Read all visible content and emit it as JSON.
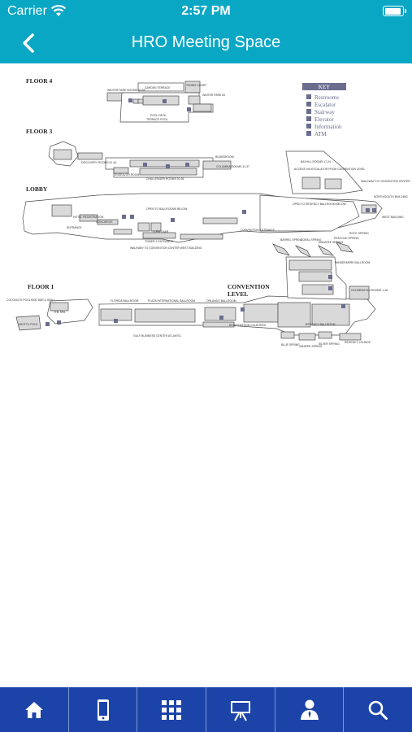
{
  "status_bar": {
    "carrier": "Carrier",
    "time": "2:57 PM"
  },
  "nav": {
    "title": "HRO Meeting Space"
  },
  "map": {
    "floor4": "FLOOR 4",
    "floor3": "FLOOR 3",
    "lobby": "LOBBY",
    "floor1": "FLOOR 1",
    "convention_line1": "CONVENTION",
    "convention_line2": "LEVEL",
    "key": {
      "title": "KEY",
      "items": [
        "Restrooms",
        "Escalator",
        "Stairway",
        "Elevator",
        "Information",
        "ATM"
      ]
    },
    "labels": {
      "garden_terrace": "GARDEN TERRACE",
      "tennis_court": "TENNIS COURT",
      "winter_park": "WINTER PARK ROOMS 53-55",
      "winter_park_2": "WINTER PARK 54",
      "pool_deck": "POOL DECK",
      "terrace_pool": "TERRACE POOL",
      "discovery": "DISCOVERY ROOMS 41-44",
      "endeavor": "ENDEAVOR ROOM",
      "challenger": "CHALLENGER ROOMS 30-35",
      "columbia": "COLUMBIA ROOMS 31-37",
      "boardroom": "BOARDROOM",
      "bayhill": "BAYHILL ROOMS 17-24",
      "access_escalator": "ACCESS VIA ESCALATOR FROM CONVENTION LEVEL",
      "walkway_convention": "WALKWAY TO CONVENTION CENTER",
      "north_south": "NORTH/SOUTH BUILDING",
      "open_ballrooms": "OPEN TO BALLROOMS BELOW",
      "hotel_registration": "HOTEL REGISTRATION",
      "concierge": "CONCIERGE",
      "entrance": "ENTRANCE",
      "lobby_bar": "LOBBY BAR",
      "tower_entrance": "TOWER 1 ENTRANCE",
      "convention_entrance": "CONVENTION ENTRANCE",
      "open_regency": "OPEN TO REGENCY BALLROOM BELOW",
      "west_building": "WEST BUILDING",
      "walkway_west": "WALKWAY TO CONVENTION CENTER WEST BUILDING",
      "barrel_spring": "BARREL SPRING",
      "coral_spring": "CORAL SPRING",
      "manatee_spring": "MANATEE SPRING",
      "peacock_spring": "PEACOCK SPRING",
      "rock_spring": "ROCK SPRING",
      "coconuts": "COCONUTS POOLSIDE BAR & GRILL",
      "the_spa": "THE SPA",
      "grotto_pool": "GROTTO POOL",
      "florida_ballroom": "FLORIDA BALLROOM",
      "plaza_ballroom": "PLAZA INTERNATIONAL BALLROOM",
      "orlando_ballroom": "ORLANDO BALLROOM",
      "gulf_atlantic": "GULF   BUSINESS CENTER   ATLANTIC",
      "registration_counters": "REGISTRATION COUNTERS",
      "regency_ballroom": "REGENCY BALLROOM",
      "windermere": "WINDERMERE BALLROOM",
      "celebration": "CELEBRATION ROOMS 1-16",
      "regency_lounge": "REGENCY LOUNGE",
      "blue_spring": "BLUE SPRING",
      "silver_spring": "SILVER SPRING",
      "juniper_spring": "JUNIPER SPRING"
    }
  },
  "tabs": [
    {
      "name": "home",
      "icon": "home-icon"
    },
    {
      "name": "mobile",
      "icon": "phone-icon"
    },
    {
      "name": "grid",
      "icon": "grid-icon"
    },
    {
      "name": "presentation",
      "icon": "presentation-icon"
    },
    {
      "name": "person",
      "icon": "person-icon"
    },
    {
      "name": "search",
      "icon": "search-icon"
    }
  ],
  "colors": {
    "header": "#0aa7c4",
    "tabbar": "#1c44a8",
    "map_fill": "#d9d9d9",
    "map_stroke": "#4b4b4b",
    "key_accent": "#6a6d8e"
  }
}
